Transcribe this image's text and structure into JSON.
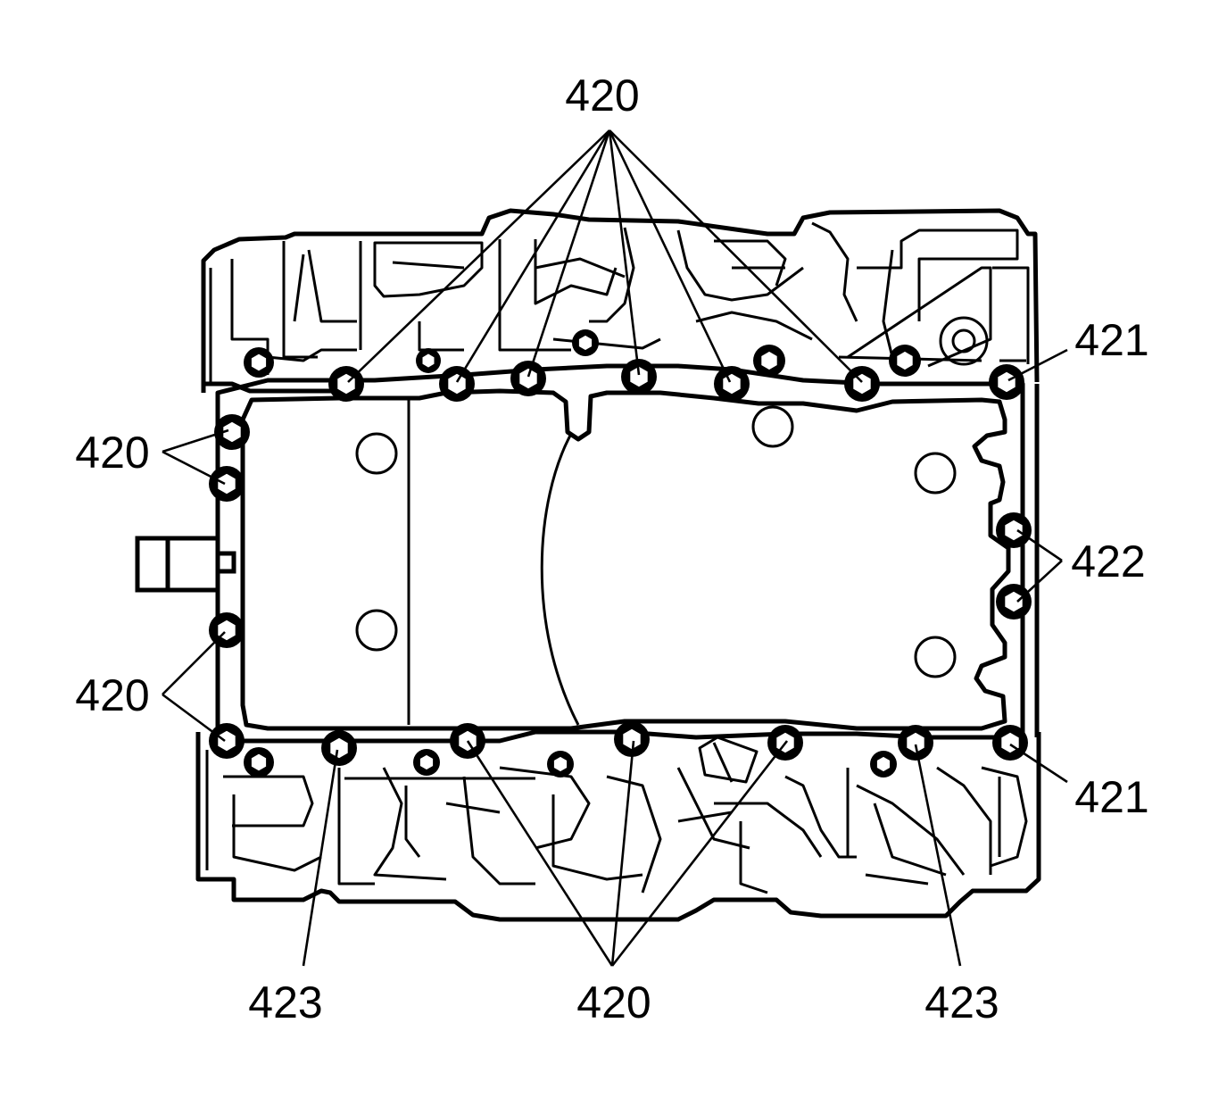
{
  "diagram": {
    "colors": {
      "ink": "#000000",
      "paper": "#ffffff"
    },
    "callouts": {
      "top_420": "420",
      "left_upper_420": "420",
      "left_lower_420": "420",
      "right_upper_421": "421",
      "right_lower_421": "421",
      "right_422": "422",
      "bottom_left_423": "423",
      "bottom_center_420": "420",
      "bottom_right_423": "423"
    }
  }
}
